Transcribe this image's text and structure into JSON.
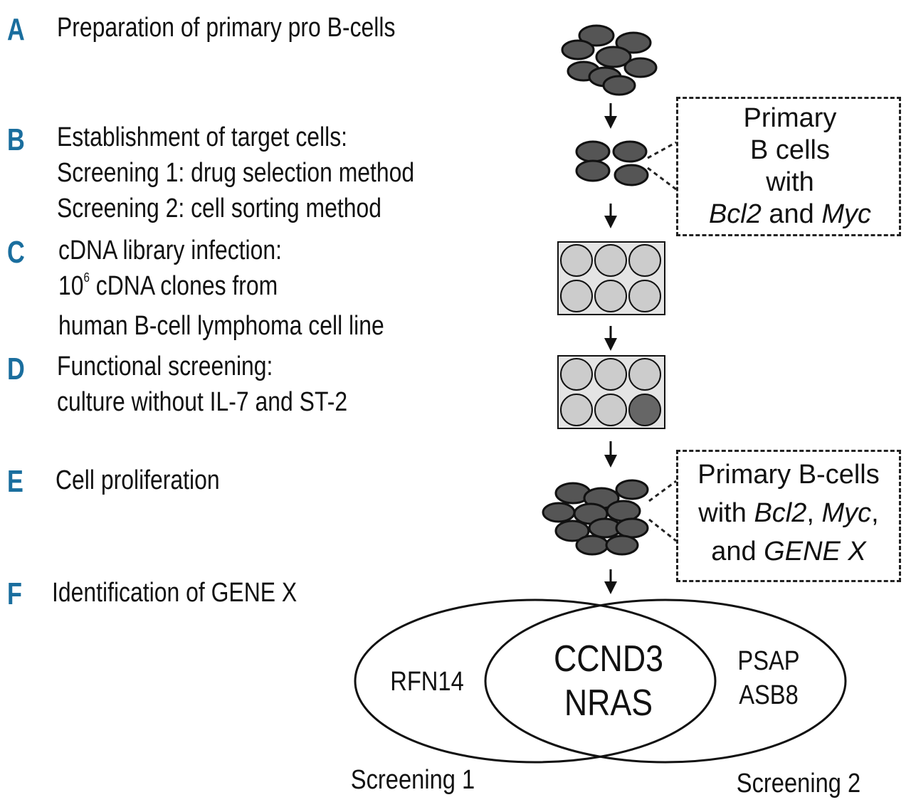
{
  "steps": [
    {
      "letter": "A",
      "lines": [
        "Preparation of primary pro B-cells"
      ]
    },
    {
      "letter": "B",
      "lines": [
        "Establishment of target cells:",
        "Screening 1: drug selection method",
        "Screening 2: cell sorting method"
      ]
    },
    {
      "letter": "C",
      "lines": [
        "cDNA library infection:",
        "human B-cell lymphoma cell line"
      ],
      "clones_line": {
        "base": "10",
        "superscript": "6",
        "rest": " cDNA clones from"
      }
    },
    {
      "letter": "D",
      "lines": [
        "Functional screening:",
        "culture without IL-7 and ST-2"
      ]
    },
    {
      "letter": "E",
      "lines": [
        "Cell proliferation"
      ]
    },
    {
      "letter": "F",
      "lines": [
        "Identification of GENE X"
      ]
    }
  ],
  "callout_b": {
    "line1": "Primary",
    "line2": "B cells",
    "line3": "with",
    "gene1": "Bcl2",
    "conj": " and ",
    "gene2": "Myc"
  },
  "callout_e": {
    "line1": "Primary B-cells",
    "prefix": "with ",
    "gene1": "Bcl2",
    "sep": ", ",
    "gene2": "Myc",
    "comma": ",",
    "conj": "and ",
    "gene3": "GENE X"
  },
  "venn": {
    "left_only": [
      "RFN14"
    ],
    "intersection": [
      "CCND3",
      "NRAS"
    ],
    "right_only": [
      "PSAP",
      "ASB8"
    ],
    "left_label": "Screening 1",
    "right_label": "Screening 2"
  },
  "wells_c": [
    "empty",
    "empty",
    "empty",
    "empty",
    "empty",
    "empty"
  ],
  "wells_d": [
    "empty",
    "empty",
    "empty",
    "empty",
    "empty",
    "positive"
  ],
  "colors": {
    "letter": "#1a6e9e",
    "cell_fill": "#555555",
    "well_empty": "#cccccc",
    "well_positive": "#666666",
    "plate_bg": "#e4e4e4"
  }
}
